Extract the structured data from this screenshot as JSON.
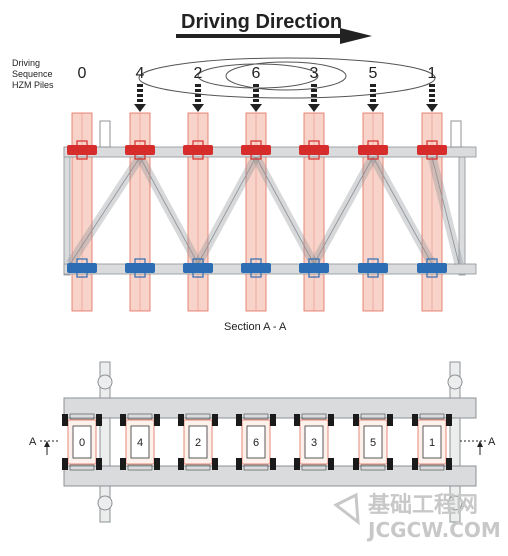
{
  "title": "Driving Direction",
  "legend": {
    "line1": "Driving",
    "line2": "Sequence",
    "line3": "HZM Piles"
  },
  "sequence_labels": [
    "0",
    "4",
    "2",
    "6",
    "3",
    "5",
    "1"
  ],
  "section_label": "Section A - A",
  "plan_pile_labels": [
    "0",
    "4",
    "2",
    "6",
    "3",
    "5",
    "1"
  ],
  "section_marker": "A",
  "watermark": {
    "cn": "基础工程网",
    "url": "JCGCW.COM"
  },
  "colors": {
    "pile": "#f7d3c9",
    "pile_line": "#e26c5a",
    "beam": "#d9dbdd",
    "beam_line": "#8c9196",
    "clamp_top": "#d62c2c",
    "clamp_bottom": "#2d6db3",
    "arrow": "#222222"
  }
}
